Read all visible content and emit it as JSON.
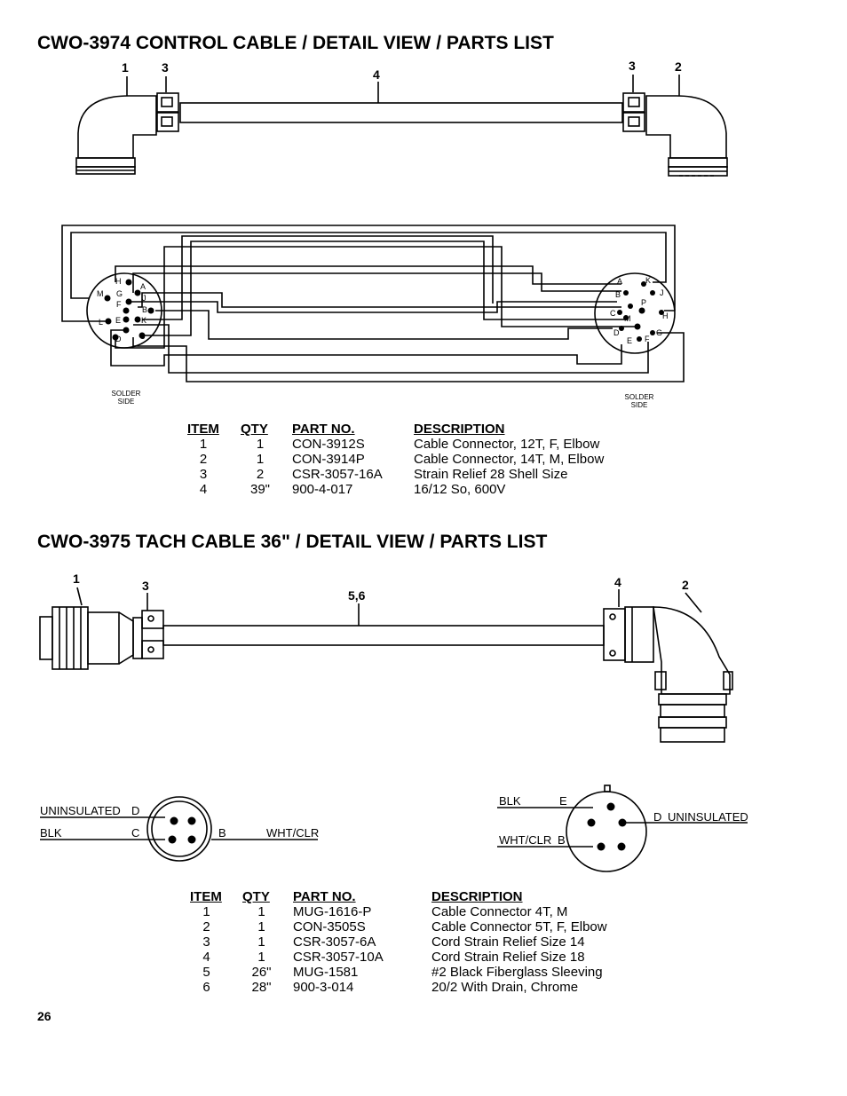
{
  "section1": {
    "title": "CWO-3974 CONTROL CABLE / DETAIL VIEW / PARTS LIST",
    "callouts": [
      "1",
      "3",
      "4",
      "3",
      "2"
    ],
    "solder_side": "SOLDER\nSIDE",
    "left_pins": [
      "H",
      "G",
      "A",
      "M",
      "J",
      "F",
      "B",
      "L",
      "E",
      "K",
      "D",
      "C"
    ],
    "right_pins": [
      "A",
      "K",
      "B",
      "J",
      "P",
      "C",
      "H",
      "M",
      "D",
      "G",
      "E",
      "F"
    ],
    "headers": [
      "ITEM",
      "QTY",
      "PART NO.",
      "DESCRIPTION"
    ],
    "rows": [
      [
        "1",
        "1",
        "CON-3912S",
        "Cable Connector, 12T, F, Elbow"
      ],
      [
        "2",
        "1",
        "CON-3914P",
        "Cable Connector, 14T, M, Elbow"
      ],
      [
        "3",
        "2",
        "CSR-3057-16A",
        "Strain Relief 28 Shell Size"
      ],
      [
        "4",
        "39\"",
        "900-4-017",
        "16/12 So, 600V"
      ]
    ]
  },
  "section2": {
    "title": "CWO-3975 TACH CABLE 36\" / DETAIL VIEW / PARTS LIST",
    "callouts": [
      "1",
      "3",
      "5,6",
      "4",
      "2"
    ],
    "left_wires": [
      "UNINSULATED",
      "D",
      "BLK",
      "C",
      "B",
      "WHT/CLR"
    ],
    "right_wires": [
      "BLK",
      "E",
      "D",
      "UNINSULATED",
      "WHT/CLR",
      "B"
    ],
    "headers": [
      "ITEM",
      "QTY",
      "PART NO.",
      "DESCRIPTION"
    ],
    "rows": [
      [
        "1",
        "1",
        "MUG-1616-P",
        "Cable Connector 4T, M"
      ],
      [
        "2",
        "1",
        "CON-3505S",
        "Cable Connector 5T, F, Elbow"
      ],
      [
        "3",
        "1",
        "CSR-3057-6A",
        "Cord Strain Relief Size 14"
      ],
      [
        "4",
        "1",
        "CSR-3057-10A",
        "Cord Strain Relief Size 18"
      ],
      [
        "5",
        "26\"",
        "MUG-1581",
        "#2 Black Fiberglass Sleeving"
      ],
      [
        "6",
        "28\"",
        "900-3-014",
        "20/2 With Drain, Chrome"
      ]
    ]
  },
  "page_number": "26"
}
